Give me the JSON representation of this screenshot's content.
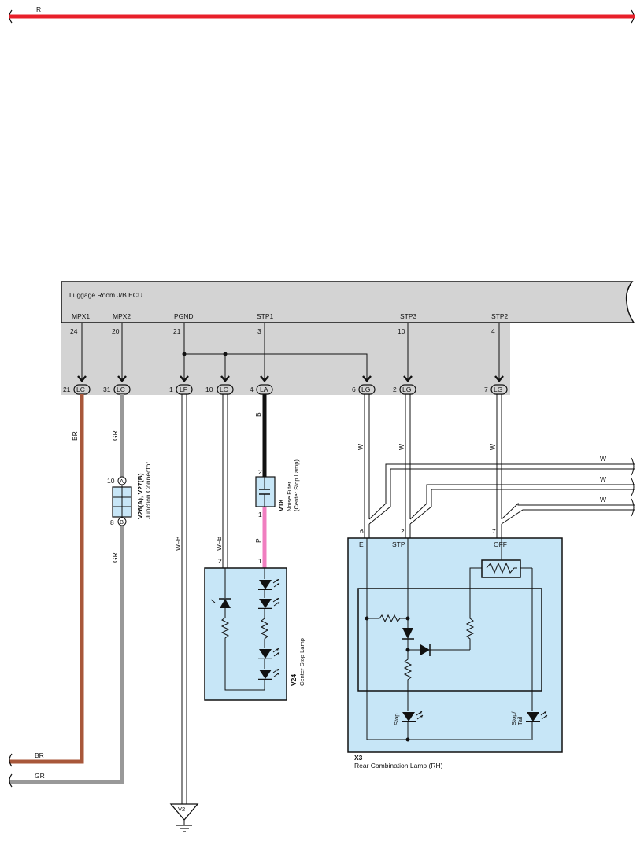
{
  "top_wire": {
    "label": "R",
    "color": "#e8202a"
  },
  "ecu": {
    "title": "Luggage Room J/B ECU",
    "pins": [
      {
        "name": "MPX1",
        "num": "24"
      },
      {
        "name": "MPX2",
        "num": "20"
      },
      {
        "name": "PGND",
        "num": "21"
      },
      {
        "name": "STP1",
        "num": "3"
      },
      {
        "name": "STP3",
        "num": "10"
      },
      {
        "name": "STP2",
        "num": "4"
      }
    ],
    "connectors": [
      {
        "num": "21",
        "code": "LC"
      },
      {
        "num": "31",
        "code": "LC"
      },
      {
        "num": "1",
        "code": "LF"
      },
      {
        "num": "10",
        "code": "LC"
      },
      {
        "num": "4",
        "code": "LA"
      },
      {
        "num": "6",
        "code": "LG"
      },
      {
        "num": "2",
        "code": "LG"
      },
      {
        "num": "7",
        "code": "LG"
      }
    ],
    "fill": "#d3d3d3"
  },
  "wires": {
    "br": "BR",
    "gr_upper": "GR",
    "gr_lower": "GR",
    "wb_left": "W–B",
    "wb_right": "W–B",
    "b": "B",
    "p": "P",
    "w1": "W",
    "w2": "W",
    "w3": "W",
    "w_right_1": "W",
    "w_right_2": "W",
    "w_right_3": "W",
    "bottom_br": "BR",
    "bottom_gr": "GR",
    "colors": {
      "brown": "#a8573a",
      "gray": "#999999",
      "black": "#111111",
      "pink": "#f07ec0"
    }
  },
  "junction": {
    "code": "V26(A), V27(B)",
    "name": "Junction Connector",
    "pin_a": "10",
    "pin_b": "8",
    "letter_a": "A",
    "letter_b": "B",
    "fill": "#c7e6f7"
  },
  "noise_filter": {
    "code": "V18",
    "name_line1": "Noise Filter",
    "name_line2": "(Center Stop Lamp)",
    "pin_top": "2",
    "pin_bottom": "1"
  },
  "center_stop_lamp": {
    "code": "V24",
    "name": "Center Stop Lamp",
    "pin_left": "2",
    "pin_right": "1"
  },
  "rear_lamp": {
    "code": "X3",
    "name": "Rear Combination Lamp (RH)",
    "pin_e": "6",
    "pin_stp": "2",
    "pin_off": "7",
    "label_e": "E",
    "label_stp": "STP",
    "label_off": "OFF",
    "label_stop": "Stop",
    "label_stop_tail_1": "Stop/",
    "label_stop_tail_2": "Tail"
  },
  "ground": {
    "label": "V2"
  }
}
